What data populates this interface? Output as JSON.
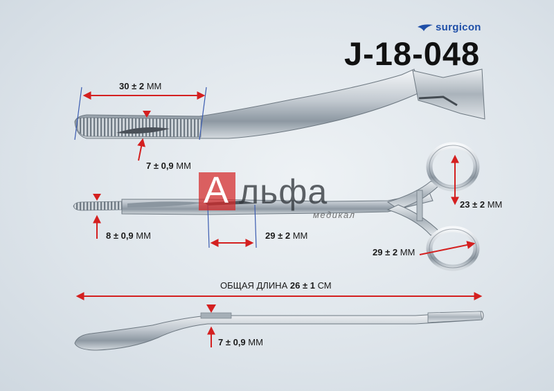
{
  "product": {
    "code": "J-18-048"
  },
  "brand": {
    "name": "surgicon",
    "icon": "bird-logo-icon"
  },
  "watermark": {
    "letter": "А",
    "rest": "льфа",
    "subtitle": "медикал"
  },
  "dimensions": {
    "jaw_length": {
      "value": "30 ± 2",
      "unit": "ММ"
    },
    "jaw_width": {
      "value": "7 ± 0,9",
      "unit": "ММ"
    },
    "ring_height": {
      "value": "23 ± 2",
      "unit": "ММ"
    },
    "tip_width": {
      "value": "8 ± 0,9",
      "unit": "ММ"
    },
    "serration_length": {
      "value": "29 ± 2",
      "unit": "ММ"
    },
    "ring_width": {
      "value": "29 ± 2",
      "unit": "ММ"
    },
    "total_length": {
      "prefix": "ОБЩАЯ ДЛИНА",
      "value": "26 ± 1",
      "unit": "СМ"
    },
    "side_width": {
      "value": "7 ± 0,9",
      "unit": "ММ"
    }
  },
  "colors": {
    "accent": "#d42020",
    "dimension_line": "#3a5bb0",
    "metal_light": "#f4f6f8",
    "metal_dark": "#7a8690"
  }
}
